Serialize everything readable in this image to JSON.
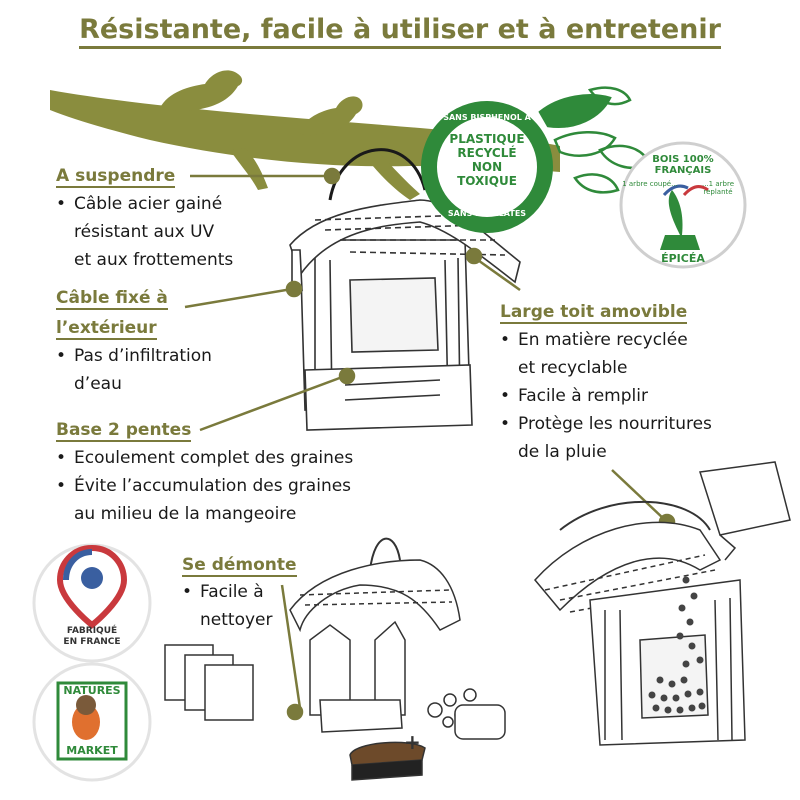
{
  "title": "Résistante, facile à utiliser et à entretenir",
  "colors": {
    "accent": "#7a7a3c",
    "green": "#2f8a3a",
    "text": "#1a1a1a"
  },
  "sections": {
    "suspendre": {
      "heading": "A suspendre",
      "lines": [
        "Câble acier gainé",
        "résistant aux UV",
        "et aux frottements"
      ]
    },
    "cable": {
      "heading_1": "Câble fixé à",
      "heading_2": "l’extérieur",
      "lines": [
        "Pas d’infiltration",
        "d’eau"
      ]
    },
    "base": {
      "heading": "Base 2 pentes",
      "lines": [
        "Ecoulement complet des graines",
        "Évite l’accumulation des graines",
        "au milieu de la mangeoire"
      ]
    },
    "toit": {
      "heading": "Large toit amovible",
      "lines": [
        "En matière recyclée",
        "et recyclable",
        "Facile à remplir",
        "Protège les nourritures",
        "de la pluie"
      ]
    },
    "demonte": {
      "heading": "Se démonte",
      "lines": [
        "Facile à",
        "nettoyer"
      ]
    }
  },
  "badges": {
    "plastique": {
      "top": "SANS BISPHENOL A",
      "center": [
        "PLASTIQUE",
        "RECYCLÉ",
        "NON",
        "TOXIQUE"
      ],
      "bottom": "SANS PHTALATES"
    },
    "bois": {
      "top": "BOIS 100% FRANÇAIS",
      "left": "1 arbre coupé...",
      "right": "...1 arbre replanté",
      "bottom": "ÉPICÉA"
    },
    "fabrique": {
      "line1": "FABRIQUÉ",
      "line2": "EN FRANCE"
    },
    "natures": {
      "line1": "NATURES",
      "line2": "MARKET"
    }
  },
  "plus_sign": "+"
}
